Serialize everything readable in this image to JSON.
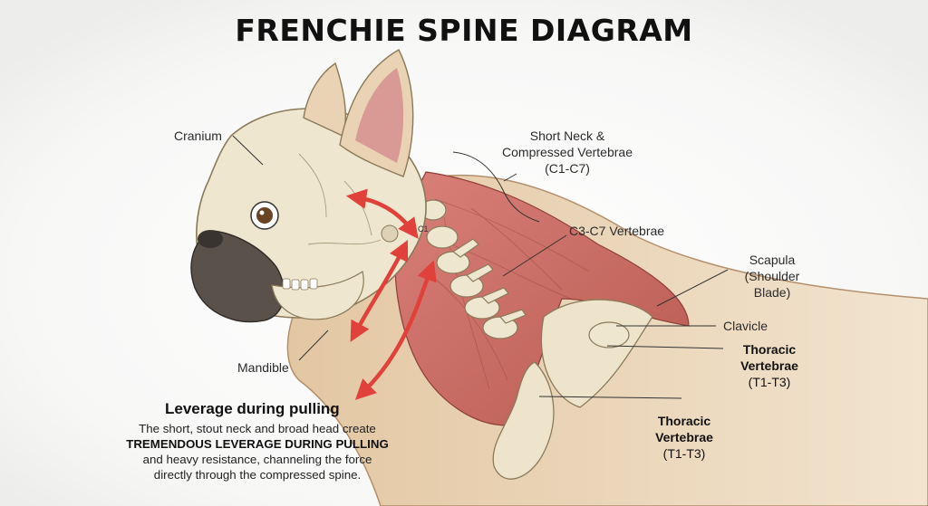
{
  "title": "FRENCHIE SPINE DIAGRAM",
  "labels": {
    "cranium": "Cranium",
    "neck_line1": "Short Neck &",
    "neck_line2": "Compressed Vertebrae",
    "neck_line3": "(C1-C7)",
    "c3c7": "C3-C7 Vertebrae",
    "scapula_line1": "Scapula",
    "scapula_line2": "(Shoulder",
    "scapula_line3": "Blade)",
    "clavicle": "Clavicle",
    "thoracic_right_line1": "Thoracic",
    "thoracic_right_line2": "Vertebrae",
    "thoracic_right_line3": "(T1-T3)",
    "thoracic_bottom_line1": "Thoracic",
    "thoracic_bottom_line2": "Vertebrae",
    "thoracic_bottom_line3": "(T1-T3)",
    "mandible": "Mandible",
    "c1": "C1"
  },
  "leverage": {
    "heading": "Leverage during pulling",
    "line1": "The short, stout neck and broad head create",
    "line2": "TREMENDOUS LEVERAGE DURING PULLING",
    "line3": "and heavy resistance, channeling the force",
    "line4": "directly through the compressed spine."
  },
  "colors": {
    "arrow_red": "#e0413a",
    "muscle": "#c86f66",
    "bone": "#efe6cf",
    "skin": "#e9d3b4"
  }
}
